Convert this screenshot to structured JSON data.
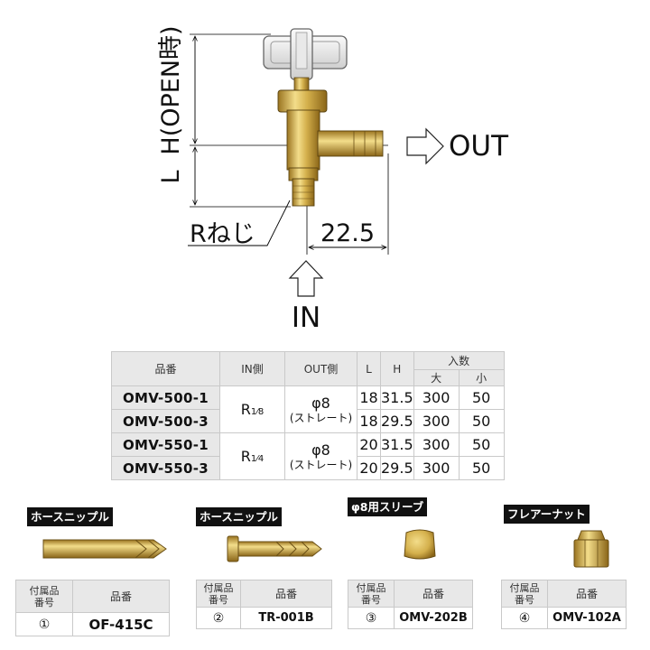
{
  "diagram": {
    "h_label": "H(OPEN時)",
    "l_label": "L",
    "r_label": "Rねじ",
    "dim_label": "22.5",
    "out_label": "OUT",
    "in_label": "IN"
  },
  "spec_table": {
    "headers": {
      "part_no": "品番",
      "in_side": "IN側",
      "out_side": "OUT側",
      "l": "L",
      "h": "H",
      "qty": "入数",
      "qty_large": "大",
      "qty_small": "小"
    },
    "rows": [
      {
        "model": "OMV-500-1",
        "l": "18",
        "h": "31.5",
        "large": "300",
        "small": "50"
      },
      {
        "model": "OMV-500-3",
        "l": "18",
        "h": "29.5",
        "large": "300",
        "small": "50"
      },
      {
        "model": "OMV-550-1",
        "l": "20",
        "h": "31.5",
        "large": "300",
        "small": "50"
      },
      {
        "model": "OMV-550-3",
        "l": "20",
        "h": "29.5",
        "large": "300",
        "small": "50"
      }
    ],
    "groups": [
      {
        "in_thread": "R",
        "in_size": "1⁄8",
        "out_size": "φ8",
        "out_note": "(ストレート)"
      },
      {
        "in_thread": "R",
        "in_size": "1⁄4",
        "out_size": "φ8",
        "out_note": "(ストレート)"
      }
    ]
  },
  "accessories": [
    {
      "label": "ホースニップル",
      "header_no": "付属品\n番号",
      "header_part": "品番",
      "no": "①",
      "part": "OF-415C"
    },
    {
      "label": "ホースニップル",
      "header_no": "付属品\n番号",
      "header_part": "品番",
      "no": "②",
      "part": "TR-001B"
    },
    {
      "label": "φ8用スリーブ",
      "header_no": "付属品\n番号",
      "header_part": "品番",
      "no": "③",
      "part": "OMV-202B"
    },
    {
      "label": "フレアーナット",
      "header_no": "付属品\n番号",
      "header_part": "品番",
      "no": "④",
      "part": "OMV-102A"
    }
  ],
  "colors": {
    "brass_light": "#f3dd8a",
    "brass_mid": "#d4b04c",
    "brass_dark": "#9a7420",
    "header_gray": "#e8e8e8"
  }
}
